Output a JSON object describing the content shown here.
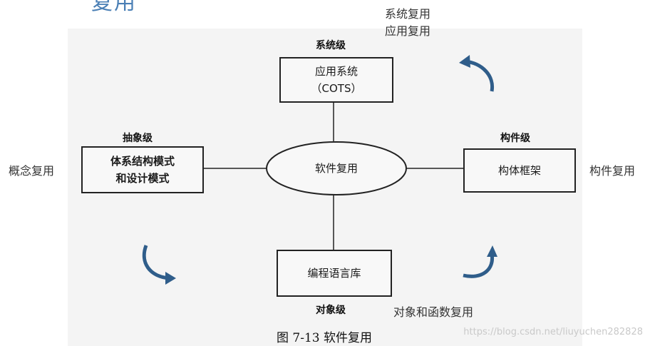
{
  "top_fragment": "复用",
  "center": {
    "label": "软件复用"
  },
  "nodes": {
    "top": {
      "level": "系统级",
      "lines": [
        "应用系统",
        "（COTS）"
      ],
      "side_lines": [
        "系统复用",
        "应用复用"
      ]
    },
    "left": {
      "level": "抽象级",
      "lines": [
        "体系结构模式",
        "和设计模式"
      ],
      "side_lines": [
        "概念复用"
      ]
    },
    "right": {
      "level": "构件级",
      "lines": [
        "构体框架"
      ],
      "side_lines": [
        "构件复用"
      ]
    },
    "bottom": {
      "level": "对象级",
      "lines": [
        "编程语言库"
      ],
      "side_lines": [
        "对象和函数复用"
      ]
    }
  },
  "caption": "图 7-13   软件复用",
  "watermark": "https://blog.csdn.net/liuyuchen282828",
  "colors": {
    "arrow": "#2f5d8a",
    "line": "#222222",
    "fragment": "#4a7fb5"
  }
}
